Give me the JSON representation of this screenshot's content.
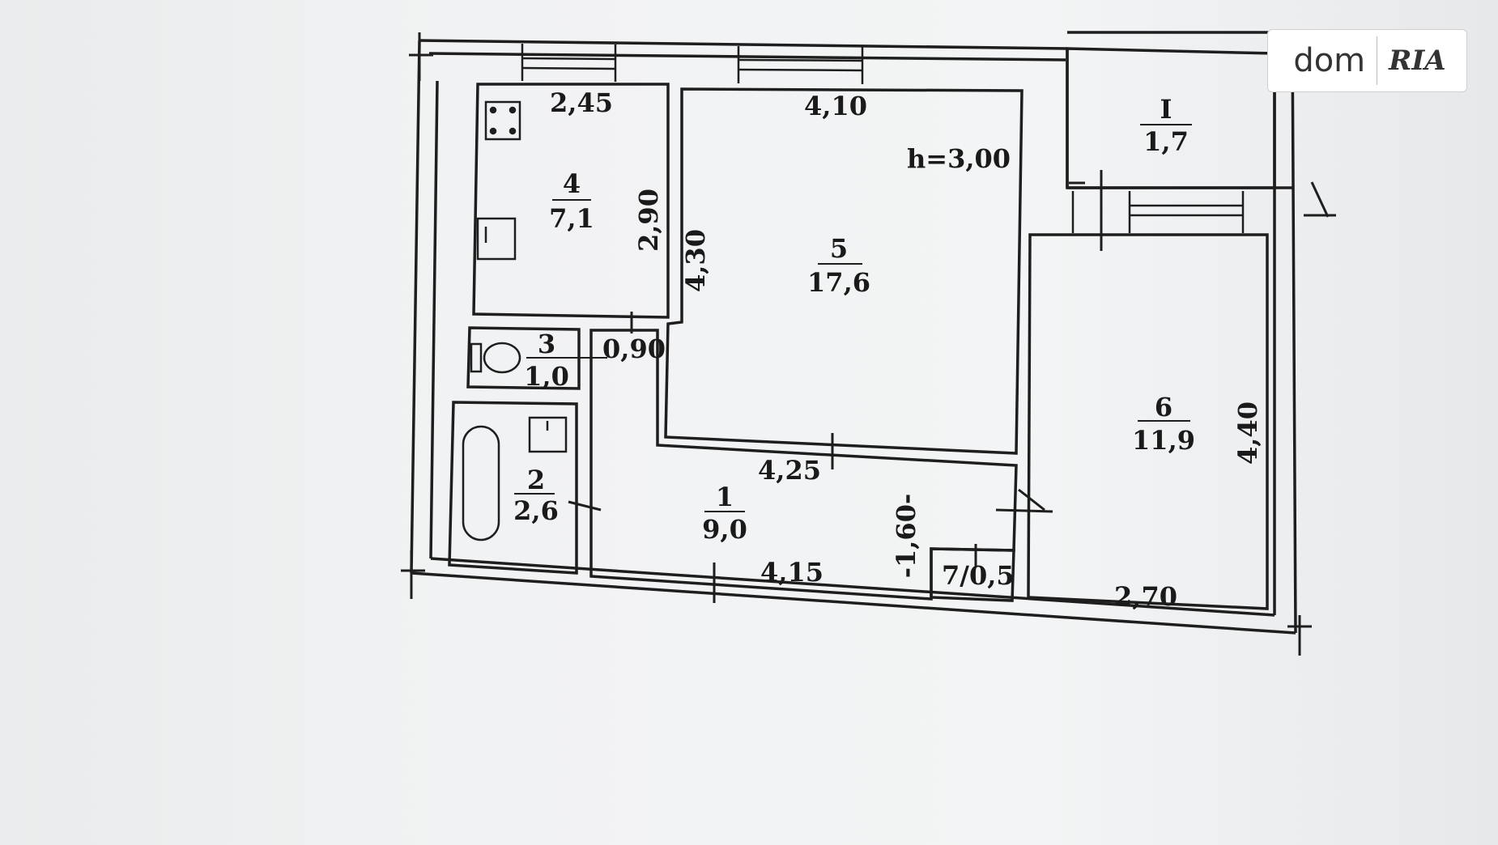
{
  "watermark": {
    "left": "dom",
    "right": "RIA"
  },
  "height_note": "h=3,00",
  "rooms": [
    {
      "number": "1",
      "area": "9,0"
    },
    {
      "number": "2",
      "area": "2,6"
    },
    {
      "number": "3",
      "area": "1,0"
    },
    {
      "number": "4",
      "area": "7,1"
    },
    {
      "number": "5",
      "area": "17,6"
    },
    {
      "number": "6",
      "area": "11,9"
    },
    {
      "number": "I",
      "area": "1,7"
    }
  ],
  "closet_label": "7/0,5",
  "dimensions": {
    "kitchen_width": "2,45",
    "kitchen_depth": "2,90",
    "room5_width": "4,10",
    "room5_depth": "4,30",
    "wc_width": "0,90",
    "hall_top": "4,25",
    "hall_bottom": "4,15",
    "hall_side": "-1,60-",
    "room6_depth": "4,40",
    "room6_width": "2,70"
  }
}
